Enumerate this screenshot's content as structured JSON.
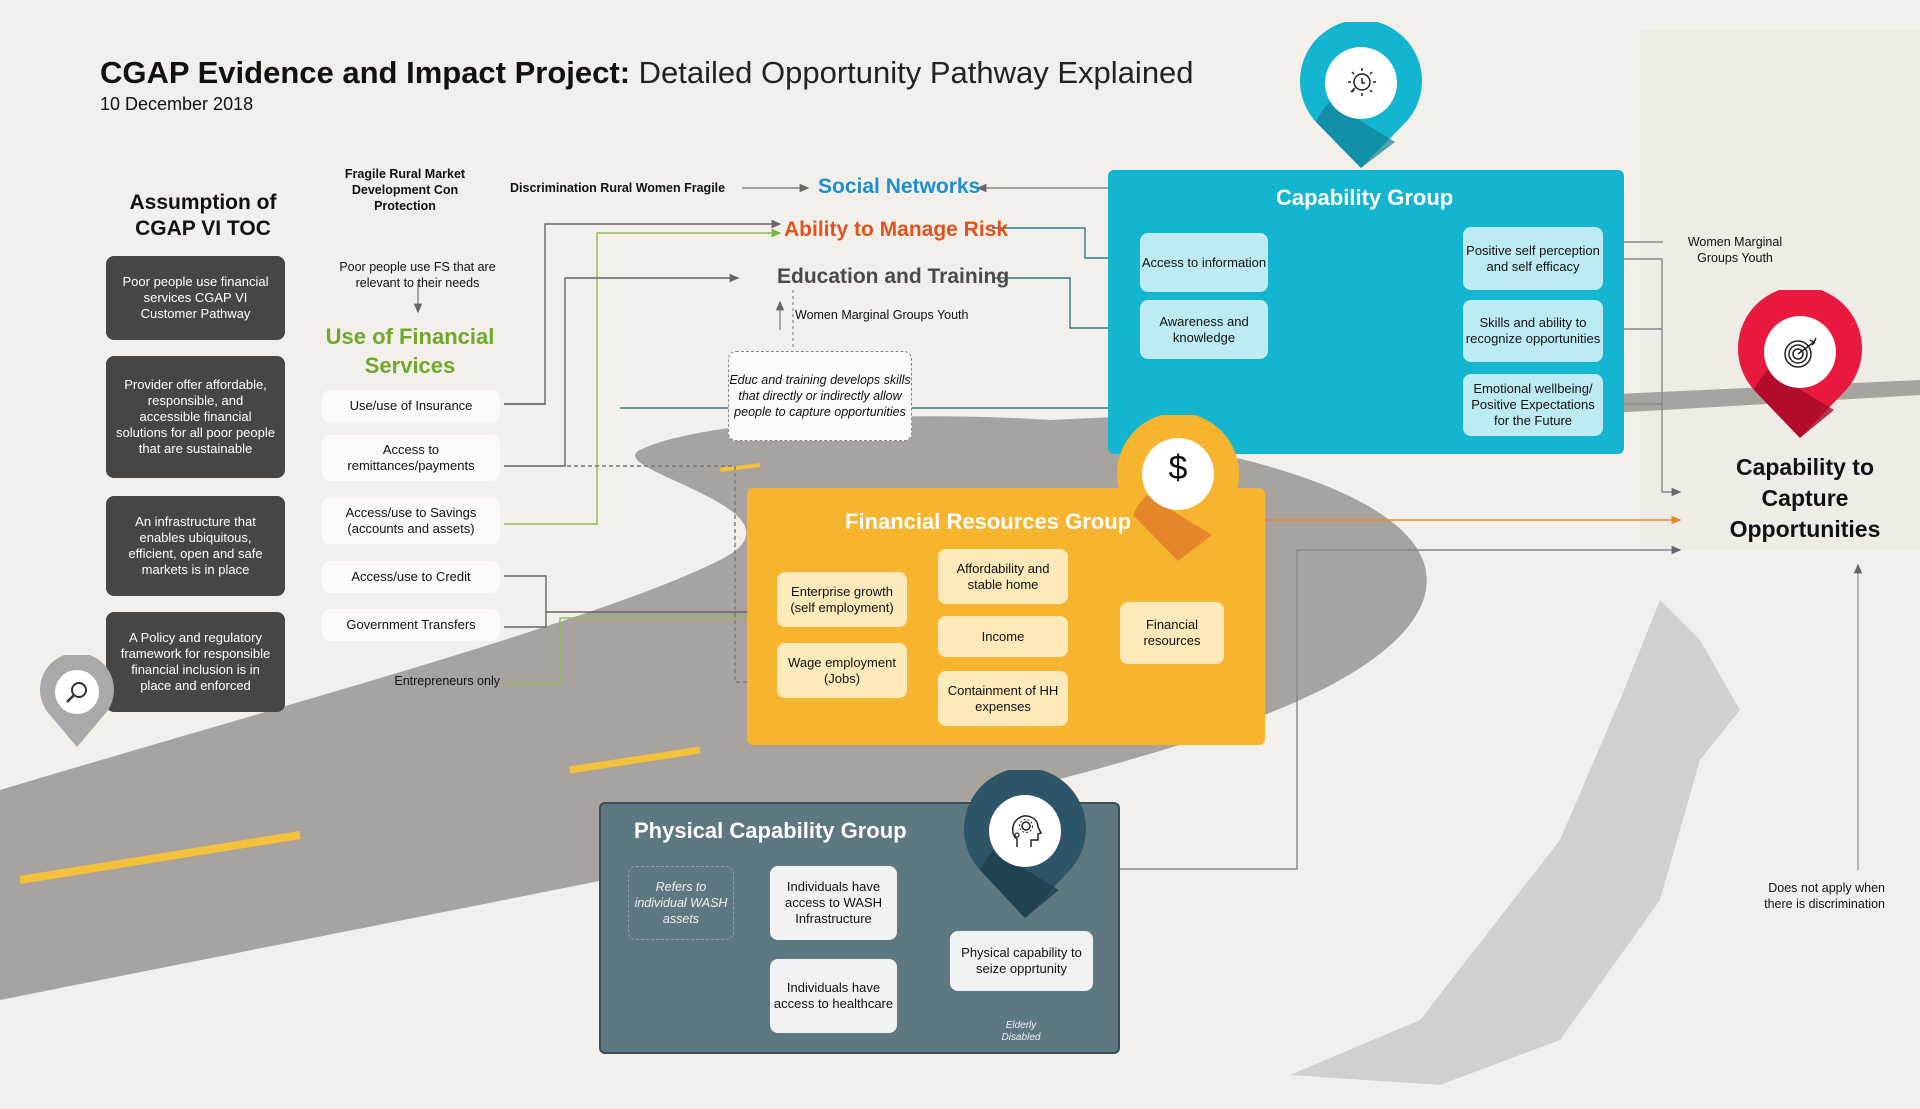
{
  "header": {
    "title_bold": "CGAP Evidence and Impact Project:",
    "title_light": "Detailed Opportunity Pathway Explained",
    "date": "10 December 2018"
  },
  "assumptions": {
    "heading": "Assumption of CGAP VI TOC",
    "items": [
      "Poor people use financial services CGAP VI Customer Pathway",
      "Provider offer affordable, responsible, and accessible financial solutions for all poor people that are sustainable",
      "An infrastructure that enables ubiquitous, efficient, open and safe markets is in place",
      "A Policy and regulatory framework for responsible financial inclusion is in place and enforced"
    ],
    "pin_icon": "magnifier-icon"
  },
  "use_of_fs": {
    "context_label": "Fragile Rural Market Development Con Protection",
    "precondition": "Poor people use FS that are relevant to their needs",
    "heading": "Use of Financial Services",
    "items": [
      "Use/use of Insurance",
      "Access to remittances/payments",
      "Access/use to Savings (accounts and assets)",
      "Access/use to Credit",
      "Government Transfers"
    ],
    "entrepreneurs_label": "Entrepreneurs only"
  },
  "outcomes": {
    "discrimination_label": "Discrimination Rural Women Fragile",
    "social_networks": "Social Networks",
    "ability_to_manage_risk": "Ability to Manage Risk",
    "education_and_training": "Education and Training",
    "edu_groups_label": "Women Marginal Groups Youth",
    "edu_note": "Educ and training develops skills that directly or indirectly allow people to capture opportunities"
  },
  "capability_group": {
    "title": "Capability Group",
    "pin_icon": "lightbulb-icon",
    "inputs": [
      "Access to information",
      "Awareness and knowledge"
    ],
    "outputs": [
      "Positive self perception and self efficacy",
      "Skills and ability to recognize opportunities",
      "Emotional wellbeing/ Positive Expectations for the Future"
    ],
    "side_label": "Women Marginal Groups Youth"
  },
  "financial_group": {
    "title": "Financial Resources Group",
    "pin_icon": "dollar-icon",
    "inputs": [
      "Enterprise growth (self employment)",
      "Wage employment (Jobs)"
    ],
    "middle": [
      "Affordability and stable home",
      "Income",
      "Containment of HH expenses"
    ],
    "output": "Financial resources"
  },
  "physical_group": {
    "title": "Physical Capability Group",
    "pin_icon": "head-gear-icon",
    "note": "Refers to individual WASH assets",
    "inputs": [
      "Individuals have access to WASH Infrastructure",
      "Individuals have access to healthcare"
    ],
    "output": "Physical capability to seize opprtunity",
    "modifier": "Elderly Disabled"
  },
  "final": {
    "pin_icon": "target-icon",
    "heading": "Capability to Capture Opportunities",
    "note": "Does not apply when there is discrimination"
  },
  "colors": {
    "background": "#f3f0eb",
    "capability": "#13b5d1",
    "financial": "#f7b52f",
    "physical": "#5e7882",
    "target_pin": "#e8183f",
    "use_fs_green": "#6fa82a",
    "social_blue": "#1d8ecf",
    "risk_orange": "#e0531c"
  }
}
